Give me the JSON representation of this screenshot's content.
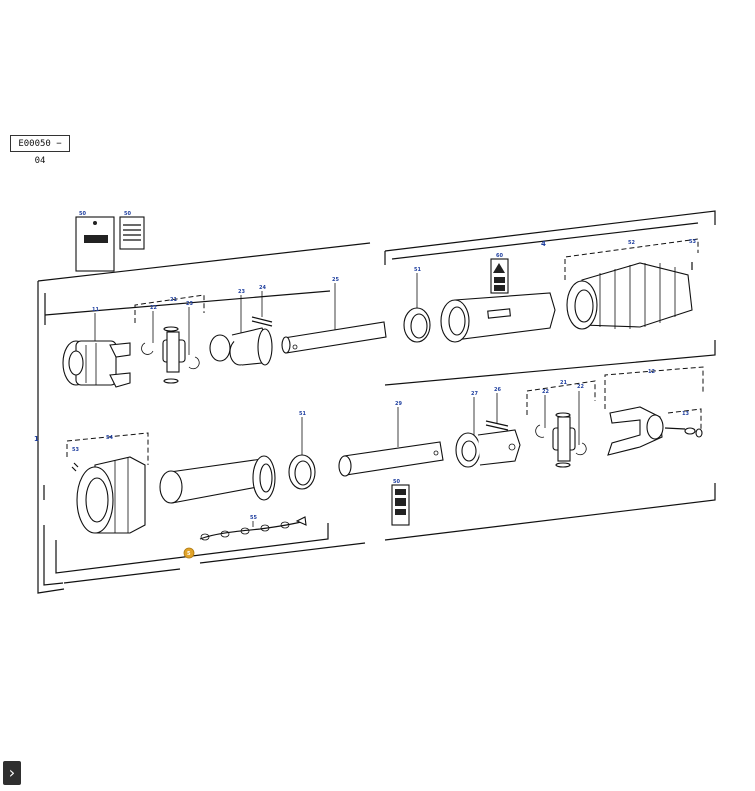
{
  "diagram": {
    "code": "E00050 − 04",
    "callouts": {
      "main_assembly": "1",
      "upper_group": "4",
      "badge": "5",
      "doc_left": "50",
      "doc_right": "50",
      "doc_upper": "60",
      "doc_lower": "50",
      "yoke_left": "11",
      "cross_kit_left": "21",
      "circlip_left": "22",
      "cross_left": "23",
      "yoke_inner_upper": "23",
      "pin_upper": "24",
      "tube_upper": "25",
      "bearing_ring_upper": "51",
      "guard_cone_upper": "52",
      "screw_upper": "53",
      "yoke_right": "12",
      "cross_kit_right": "21",
      "circlip_right": "22",
      "cross_right": "22",
      "pin_lower": "26",
      "yoke_inner_lower": "27",
      "tube_lower": "29",
      "bearing_ring_lower": "51",
      "guard_cone_lower": "54",
      "screw_lower": "53",
      "chain": "55",
      "clamp_right": "13"
    }
  },
  "nav": {
    "icon": "chevron-right-icon",
    "glyph": "›"
  }
}
